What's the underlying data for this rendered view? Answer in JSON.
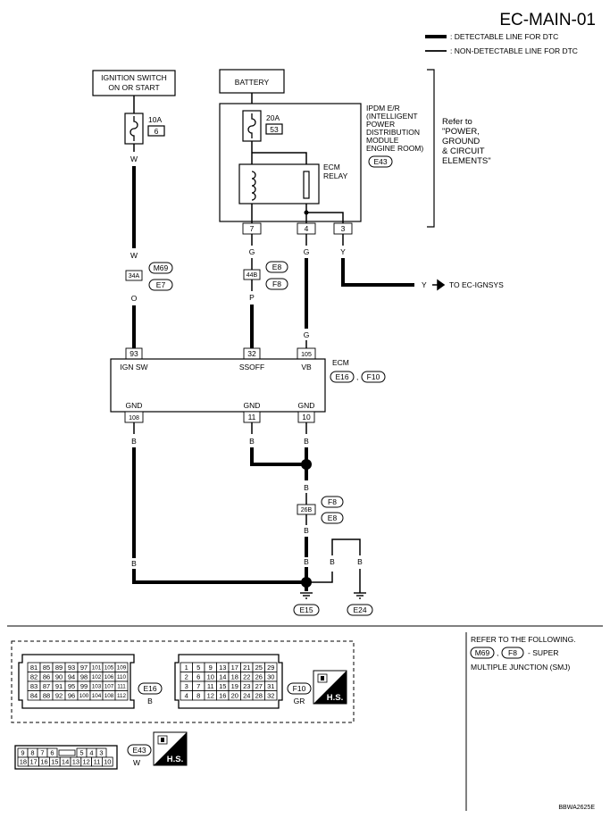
{
  "diagram_id": "EC-MAIN-01",
  "legend": {
    "thick": ": DETECTABLE LINE FOR DTC",
    "thin": ": NON-DETECTABLE LINE FOR DTC"
  },
  "ignition_switch": {
    "line1": "IGNITION SWITCH",
    "line2": "ON OR START"
  },
  "battery": "BATTERY",
  "fuse_10a": {
    "rating": "10A",
    "number": "6"
  },
  "fuse_20a": {
    "rating": "20A",
    "number": "53"
  },
  "ipdm": {
    "lines": [
      "IPDM E/R",
      "(INTELLIGENT",
      "POWER",
      "DISTRIBUTION",
      "MODULE",
      "ENGINE ROOM)"
    ],
    "connector": "E43"
  },
  "ecm_relay": {
    "line1": "ECM",
    "line2": "RELAY"
  },
  "refer_to": {
    "lines": [
      "Refer to",
      "\"POWER,",
      "GROUND",
      "& CIRCUIT",
      "ELEMENTS\""
    ]
  },
  "ipdm_pins": [
    "7",
    "4",
    "3"
  ],
  "wire_colors": {
    "W": "W",
    "G": "G",
    "Y": "Y",
    "O": "O",
    "P": "P",
    "B": "B"
  },
  "joint_34a": {
    "pin": "34A",
    "conn_top": "M69",
    "conn_bottom": "E7"
  },
  "joint_44b": {
    "pin": "44B",
    "conn_top": "E8",
    "conn_bottom": "F8"
  },
  "joint_26b": {
    "pin": "26B",
    "conn_top": "F8",
    "conn_bottom": "E8"
  },
  "y_output": {
    "wire": "Y",
    "dest": "TO EC-IGNSYS"
  },
  "ecm": {
    "label": "ECM",
    "conn1": "E16",
    "sep": ",",
    "conn2": "F10",
    "top_pins": [
      {
        "num": "93",
        "name": "IGN SW"
      },
      {
        "num": "32",
        "name": "SSOFF"
      },
      {
        "num": "105",
        "name": "VB"
      }
    ],
    "bottom_pins": [
      {
        "num": "108",
        "name": "GND"
      },
      {
        "num": "11",
        "name": "GND"
      },
      {
        "num": "10",
        "name": "GND"
      }
    ]
  },
  "grounds": {
    "g1": "E15",
    "g2": "E24"
  },
  "footer": {
    "refer_line1": "REFER TO THE FOLLOWING.",
    "refer_conn1": "M69",
    "refer_sep": ",",
    "refer_conn2": "F8",
    "refer_suffix": "- SUPER",
    "refer_line3": "MULTIPLE JUNCTION (SMJ)",
    "code": "BBWA2625E"
  },
  "connectors": {
    "e16": {
      "id": "E16",
      "color": "B",
      "rows": [
        [
          "81",
          "85",
          "89",
          "93",
          "97",
          "101",
          "105",
          "109"
        ],
        [
          "82",
          "86",
          "90",
          "94",
          "98",
          "102",
          "106",
          "110"
        ],
        [
          "83",
          "87",
          "91",
          "95",
          "99",
          "103",
          "107",
          "111"
        ],
        [
          "84",
          "88",
          "92",
          "96",
          "100",
          "104",
          "108",
          "112"
        ]
      ]
    },
    "f10": {
      "id": "F10",
      "color": "GR",
      "rows": [
        [
          "1",
          "5",
          "9",
          "13",
          "17",
          "21",
          "25",
          "29"
        ],
        [
          "2",
          "6",
          "10",
          "14",
          "18",
          "22",
          "26",
          "30"
        ],
        [
          "3",
          "7",
          "11",
          "15",
          "19",
          "23",
          "27",
          "31"
        ],
        [
          "4",
          "8",
          "12",
          "16",
          "20",
          "24",
          "28",
          "32"
        ]
      ]
    },
    "e43": {
      "id": "E43",
      "color": "W",
      "top": [
        "9",
        "8",
        "7",
        "6",
        "",
        "5",
        "4",
        "3"
      ],
      "bottom": [
        "18",
        "17",
        "16",
        "15",
        "14",
        "13",
        "12",
        "11",
        "10"
      ]
    },
    "hs_label": "H.S."
  }
}
